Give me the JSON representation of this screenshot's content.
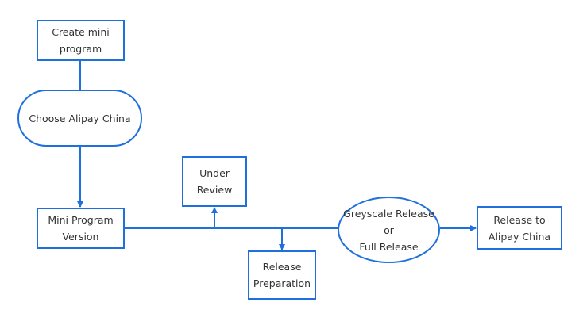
{
  "diagram": {
    "accent_color": "#1f6fdc",
    "text_color": "#333333",
    "nodes": {
      "create": {
        "line1": "Create mini",
        "line2": "program"
      },
      "choose": {
        "line1": "Choose Alipay China"
      },
      "mini": {
        "line1": "Mini Program",
        "line2": "Version"
      },
      "review": {
        "line1": "Under",
        "line2": "Review"
      },
      "prep": {
        "line1": "Release",
        "line2": "Preparation"
      },
      "grey": {
        "line1": "Greyscale Release",
        "line2": "or",
        "line3": "Full Release"
      },
      "release": {
        "line1": "Release to",
        "line2": "Alipay China"
      }
    },
    "edges": [
      {
        "from": "create",
        "to": "choose"
      },
      {
        "from": "choose",
        "to": "mini"
      },
      {
        "from": "mini",
        "to": "grey"
      },
      {
        "from": "mini",
        "to": "review"
      },
      {
        "from": "mini",
        "to": "prep"
      },
      {
        "from": "grey",
        "to": "release"
      }
    ]
  }
}
